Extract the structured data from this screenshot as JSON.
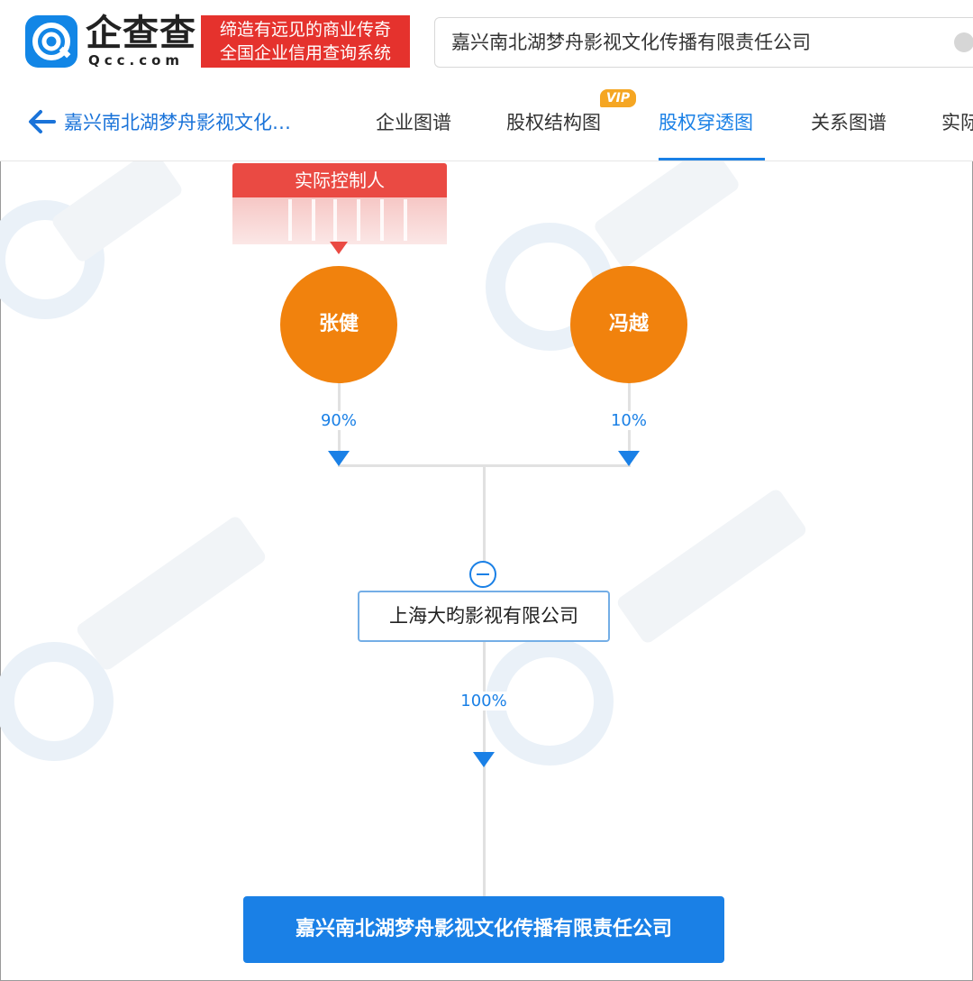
{
  "header": {
    "logo_text": "企查查",
    "logo_sub": "Qcc.com",
    "slogan_line1": "缔造有远见的商业传奇",
    "slogan_line2": "全国企业信用查询系统",
    "search_value": "嘉兴南北湖梦舟影视文化传播有限责任公司"
  },
  "tabbar": {
    "back_title": "嘉兴南北湖梦舟影视文化…",
    "tabs": [
      {
        "label": "企业图谱"
      },
      {
        "label": "股权结构图"
      },
      {
        "label": "股权穿透图"
      },
      {
        "label": "关系图谱"
      },
      {
        "label": "实际控制人"
      }
    ],
    "active_tab": "股权穿透图",
    "vip_badge": "VIP"
  },
  "graph": {
    "controller_badge": "实际控制人",
    "shareholders": [
      {
        "name": "张健",
        "percent": "90%"
      },
      {
        "name": "冯越",
        "percent": "10%"
      }
    ],
    "intermediate": {
      "name": "上海大昀影视有限公司",
      "percent": "100%"
    },
    "target": {
      "name": "嘉兴南北湖梦舟影视文化传播有限责任公司"
    }
  },
  "colors": {
    "brand_blue": "#1a80e6",
    "person_orange": "#f1820d",
    "badge_red": "#ea4a43",
    "slogan_red": "#e5322d"
  }
}
